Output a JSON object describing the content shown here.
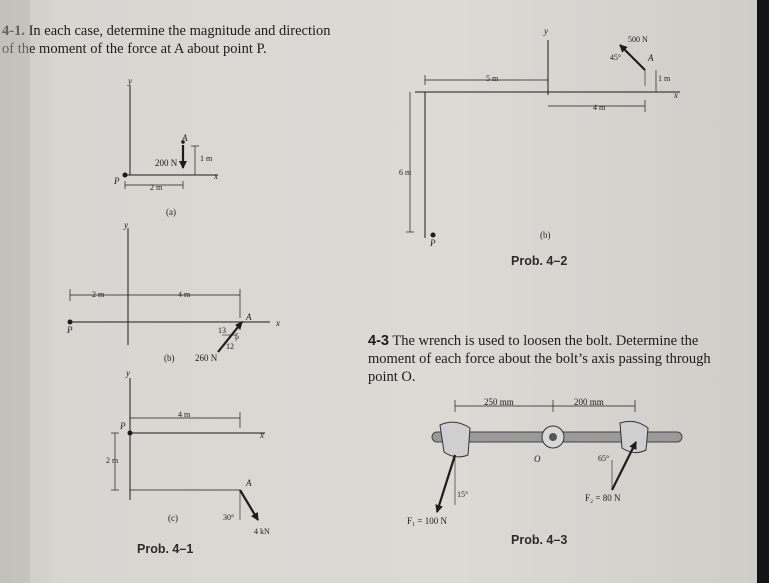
{
  "prob_4_1": {
    "number": "4-1.",
    "line1": "In each case, determine the magnitude and direction",
    "line2": "of the moment of the force at A about point P.",
    "heading": "Prob. 4–1",
    "a": {
      "y": "y",
      "A": "A",
      "force": "200 N",
      "height": "1 m",
      "x": "x",
      "P": "P",
      "dist": "2 m",
      "caption": "(a)"
    },
    "b": {
      "y": "y",
      "A": "A",
      "dist_left": "2 m",
      "dist_right": "4 m",
      "slope1": "13",
      "slope2": "5",
      "slope3": "12",
      "force": "260 N",
      "x": "x",
      "P": "P",
      "caption": "(b)"
    },
    "c": {
      "y": "y",
      "P": "P",
      "dist_top": "4 m",
      "dist_side": "2 m",
      "x": "x",
      "A": "A",
      "angle": "30°",
      "force": "4 kN",
      "caption": "(c)"
    }
  },
  "prob_4_2": {
    "heading": "Prob. 4–2",
    "y": "y",
    "force": "500 N",
    "angle": "45°",
    "A": "A",
    "dist_top": "5 m",
    "dist_right": "4 m",
    "height": "1 m",
    "x": "x",
    "dist_side": "6 m",
    "P": "P",
    "caption": "(b)"
  },
  "prob_4_3": {
    "number": "4-3",
    "line1": "The wrench is used to loosen the bolt. Determine the",
    "line2": "moment of each force about the bolt’s axis passing through",
    "line3": "point O.",
    "dim1": "250 mm",
    "dim2": "200 mm",
    "O": "O",
    "angle1": "15°",
    "angle2": "65°",
    "f1": "F₁ = 100 N",
    "f2": "F₂ = 80 N",
    "heading": "Prob. 4–3"
  },
  "colors": {
    "page": "#dcdad5",
    "ink": "#1c1c1c",
    "wrench": "#8a8a8a"
  }
}
